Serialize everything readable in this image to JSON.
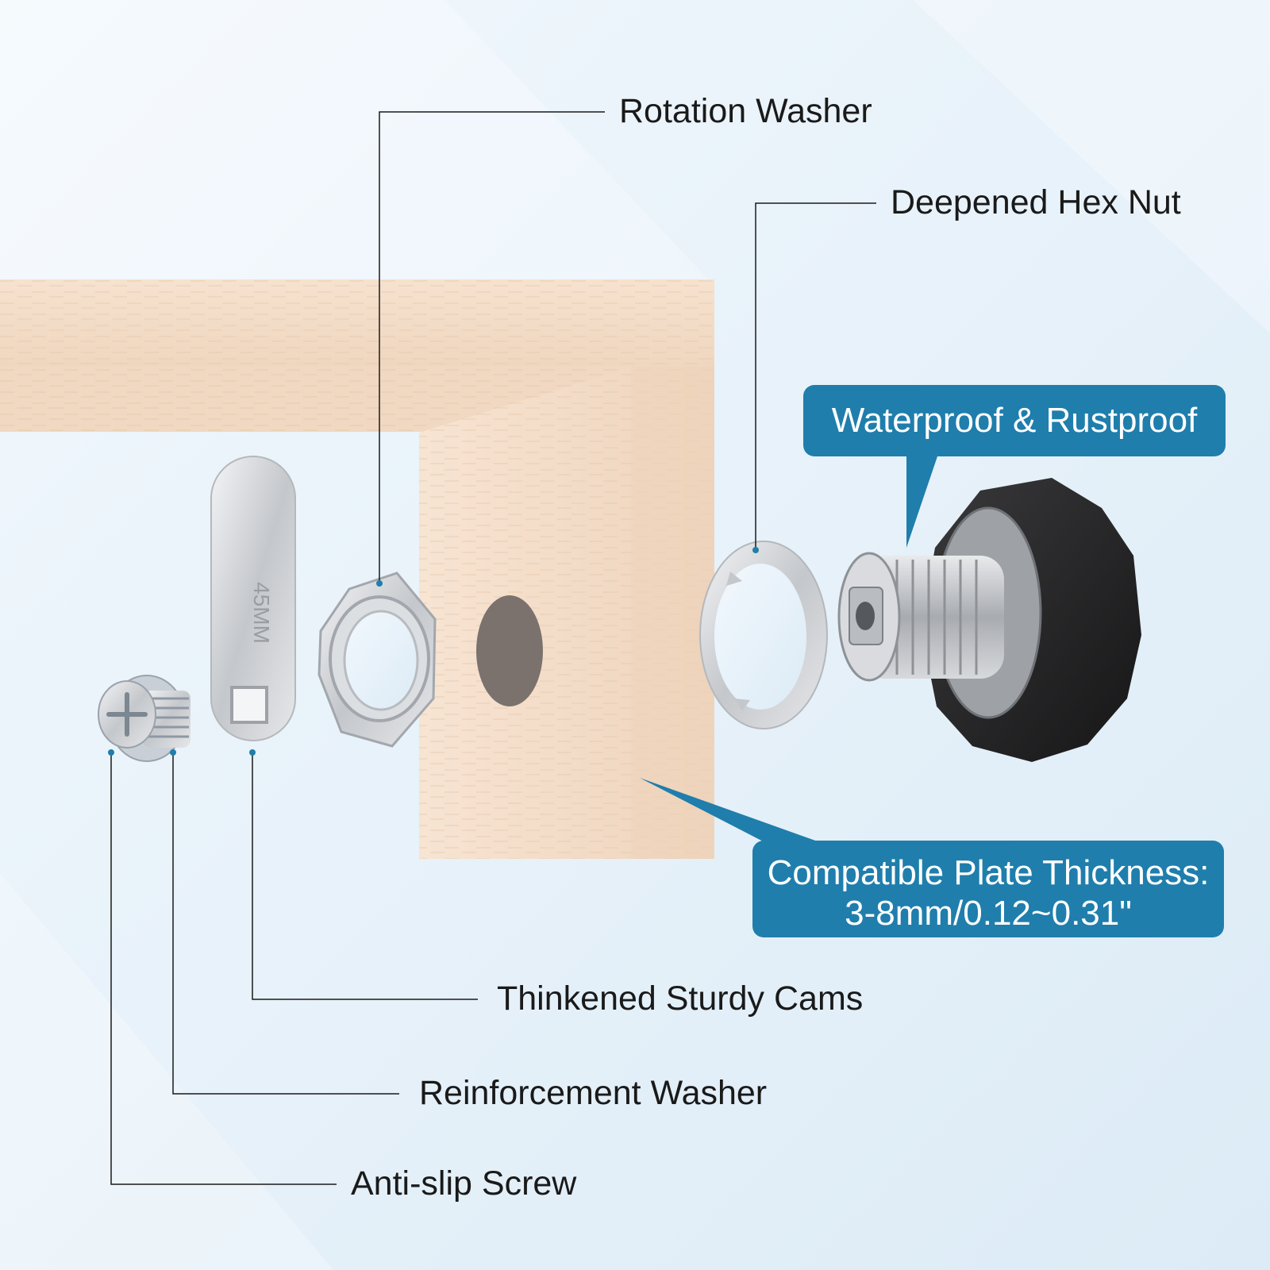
{
  "labels": {
    "rotation_washer": "Rotation Washer",
    "deepened_hex_nut": "Deepened Hex Nut",
    "thickened_cams": "Thinkened Sturdy Cams",
    "reinforcement_washer": "Reinforcement Washer",
    "anti_slip_screw": "Anti-slip Screw"
  },
  "callouts": {
    "waterproof": "Waterproof & Rustproof",
    "plate_thickness_line1": "Compatible Plate Thickness:",
    "plate_thickness_line2": "3-8mm/0.12~0.31\""
  },
  "cam_marking": "45MM",
  "colors": {
    "background": "#e8f3fb",
    "callout": "#1f7eac",
    "wood": "#f3dcc6",
    "knob": "#2b2b2b",
    "metal": "#c9ccd0",
    "leader_line": "#1a1a1a",
    "anchor_dot": "#1f7eac"
  },
  "icons": [
    "cam-lock-body-icon",
    "hex-nut-icon",
    "washer-icon",
    "cam-icon",
    "screw-icon",
    "cabinet-panel-icon"
  ]
}
